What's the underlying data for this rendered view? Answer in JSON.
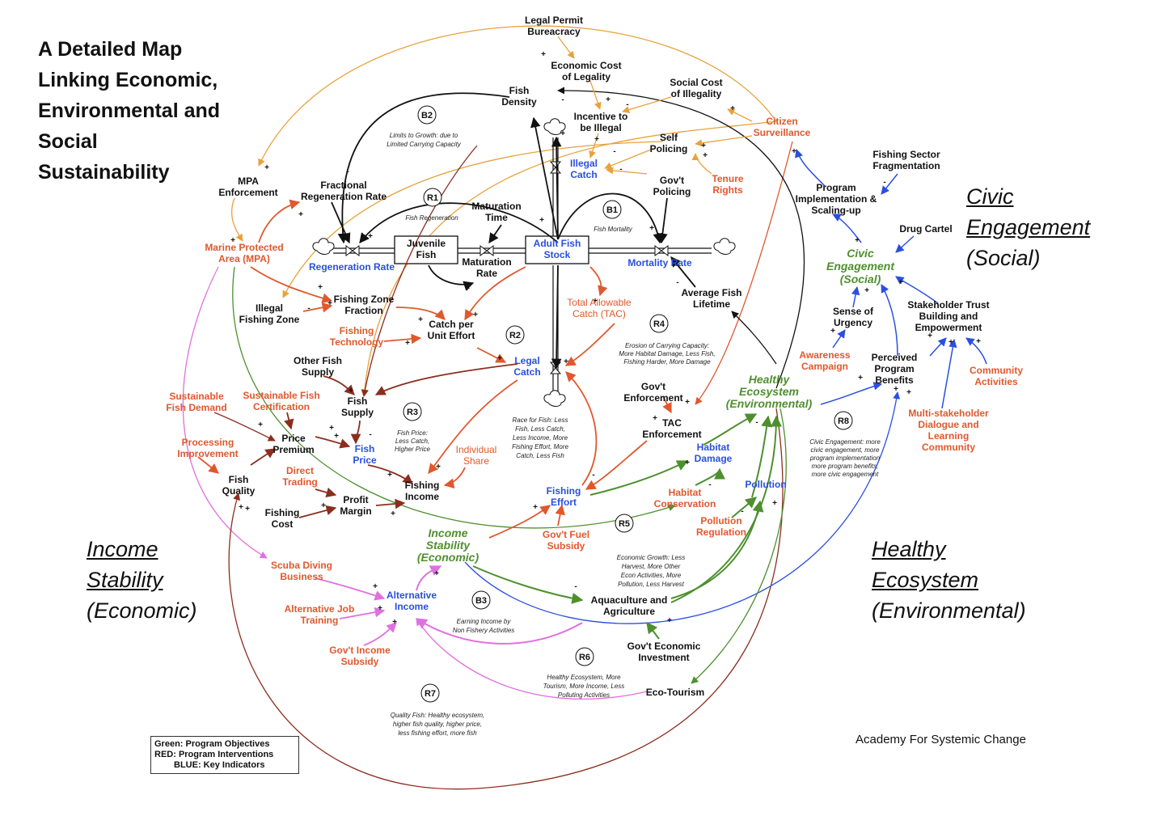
{
  "title_lines": [
    "A Detailed Map",
    "Linking Economic,",
    "Environmental and",
    "Social",
    "Sustainability"
  ],
  "quadrants": {
    "civic": {
      "lines": [
        "Civic",
        "Engagement"
      ],
      "sub": "(Social)"
    },
    "income": {
      "lines": [
        "Income",
        "Stability"
      ],
      "sub": "(Economic)"
    },
    "ecosystem": {
      "lines": [
        "Healthy",
        "Ecosystem"
      ],
      "sub": "(Environmental)"
    }
  },
  "legend": {
    "green": "Green: Program Objectives",
    "red": "RED: Program Interventions",
    "blue": "BLUE: Key Indicators"
  },
  "credit": "Academy For Systemic Change",
  "colors": {
    "black": "#111111",
    "red": "#e0582d",
    "blue": "#2a4fe0",
    "green": "#4e8f2e",
    "orange": "#e8a23c",
    "brown": "#8b2e1e",
    "pink": "#e070e0"
  },
  "nodes": {
    "legal_permit": [
      "Legal Permit",
      "Bureacracy"
    ],
    "econ_cost": [
      "Economic Cost",
      "of Legality"
    ],
    "social_cost": [
      "Social Cost",
      "of Illegality"
    ],
    "fish_density": [
      "Fish",
      "Density"
    ],
    "incentive": [
      "Incentive to",
      "be Illegal"
    ],
    "citizen_surv": [
      "Citizen",
      "Surveillance"
    ],
    "self_policing": [
      "Self",
      "Policing"
    ],
    "illegal_catch": [
      "Illegal",
      "Catch"
    ],
    "govt_policing": [
      "Gov't",
      "Policing"
    ],
    "tenure_rights": [
      "Tenure",
      "Rights"
    ],
    "mpa_enf": [
      "MPA",
      "Enforcement"
    ],
    "frac_regen": [
      "Fractional",
      "Regeneration Rate"
    ],
    "fishing_frag": [
      "Fishing Sector",
      "Fragmentation"
    ],
    "program_impl": [
      "Program",
      "Implementation &",
      "Scaling-up"
    ],
    "maturation_time": [
      "Maturation",
      "Time"
    ],
    "juvenile_fish": [
      "Juvenile",
      "Fish"
    ],
    "adult_fish": [
      "Adult Fish",
      "Stock"
    ],
    "regen_rate": [
      "Regeneration Rate"
    ],
    "maturation_rate": [
      "Maturation",
      "Rate"
    ],
    "mortality_rate": [
      "Mortality Rate"
    ],
    "mpa": [
      "Marine Protected",
      "Area (MPA)"
    ],
    "drug_cartel": [
      "Drug Cartel"
    ],
    "civic_eng": [
      "Civic",
      "Engagement",
      "(Social)"
    ],
    "avg_lifetime": [
      "Average Fish",
      "Lifetime"
    ],
    "illegal_zone": [
      "Illegal",
      "Fishing Zone"
    ],
    "fishing_zone_frac": [
      "Fishing Zone",
      "Fraction"
    ],
    "tac": [
      "Total Allowable",
      "Catch (TAC)"
    ],
    "catch_per_unit": [
      "Catch per",
      "Unit Effort"
    ],
    "fishing_tech": [
      "Fishing",
      "Technology"
    ],
    "sense_urgency": [
      "Sense of",
      "Urgency"
    ],
    "stakeholder_trust": [
      "Stakeholder Trust",
      "Building and",
      "Empowerment"
    ],
    "legal_catch": [
      "Legal",
      "Catch"
    ],
    "other_fish": [
      "Other Fish",
      "Supply"
    ],
    "awareness": [
      "Awareness",
      "Campaign"
    ],
    "perceived_benefits": [
      "Perceived",
      "Program",
      "Benefits"
    ],
    "community_act": [
      "Community",
      "Activities"
    ],
    "govt_enforcement": [
      "Gov't",
      "Enforcement"
    ],
    "healthy_eco": [
      "Healthy",
      "Ecosystem",
      "(Environmental)"
    ],
    "sust_demand": [
      "Sustainable",
      "Fish Demand"
    ],
    "sust_cert": [
      "Sustainable Fish",
      "Certification"
    ],
    "fish_supply": [
      "Fish",
      "Supply"
    ],
    "tac_enf": [
      "TAC",
      "Enforcement"
    ],
    "multi_stake": [
      "Multi-stakeholder",
      "Dialogue and",
      "Learning",
      "Community"
    ],
    "price_premium": [
      "Price",
      "Premium"
    ],
    "fish_price": [
      "Fish",
      "Price"
    ],
    "individual_share": [
      "Individual",
      "Share"
    ],
    "habitat_damage": [
      "Habitat",
      "Damage"
    ],
    "processing": [
      "Processing",
      "Improvement"
    ],
    "fish_quality": [
      "Fish",
      "Quality"
    ],
    "direct_trading": [
      "Direct",
      "Trading"
    ],
    "fishing_income": [
      "Fishing",
      "Income"
    ],
    "pollution": [
      "Pollution"
    ],
    "profit_margin": [
      "Profit",
      "Margin"
    ],
    "fishing_effort": [
      "Fishing",
      "Effort"
    ],
    "habitat_cons": [
      "Habitat",
      "Conservation"
    ],
    "fishing_cost": [
      "Fishing",
      "Cost"
    ],
    "pollution_reg": [
      "Pollution",
      "Regulation"
    ],
    "income_stab": [
      "Income",
      "Stability",
      "(Economic)"
    ],
    "govt_fuel": [
      "Gov't Fuel",
      "Subsidy"
    ],
    "scuba": [
      "Scuba Diving",
      "Business"
    ],
    "alt_income": [
      "Alternative",
      "Income"
    ],
    "aquaculture": [
      "Aquaculture and",
      "Agriculture"
    ],
    "alt_job": [
      "Alternative Job",
      "Training"
    ],
    "govt_econ": [
      "Gov't Economic",
      "Investment"
    ],
    "govt_income": [
      "Gov't Income",
      "Subsidy"
    ],
    "eco_tourism": [
      "Eco-Tourism"
    ]
  },
  "loops": {
    "B1": {
      "label": "B1",
      "note": [
        "Fish Mortality"
      ]
    },
    "B2": {
      "label": "B2",
      "note": [
        "Limits to Growth: due to",
        "Limited Carrying Capacity"
      ]
    },
    "B3": {
      "label": "B3",
      "note": [
        "Earning Income by",
        "Non Fishery Activities"
      ]
    },
    "R1": {
      "label": "R1",
      "note": [
        "Fish Regeneration"
      ]
    },
    "R2": {
      "label": "R2",
      "note": []
    },
    "R3": {
      "label": "R3",
      "note": [
        "Fish Price:",
        "Less Catch,",
        "Higher Price"
      ]
    },
    "R4": {
      "label": "R4",
      "note": [
        "Erosion of Carrying Capacity:",
        "More Habitat Damage, Less Fish,",
        "Fishing Harder, More Damage"
      ]
    },
    "R5": {
      "label": "R5",
      "note": [
        "Economic Growth: Less",
        "Harvest, More Other",
        "Econ Activities, More",
        "Pollution, Less Harvest"
      ]
    },
    "R6": {
      "label": "R6",
      "note": [
        "Healthy Ecosystem, More",
        "Tourism, More Income, Less",
        "Polluting Activities"
      ]
    },
    "R7": {
      "label": "R7",
      "note": [
        "Quality Fish: Healthy ecosystem,",
        "higher fish quality, higher price,",
        "less fishing effort, more fish"
      ]
    },
    "R8": {
      "label": "R8",
      "note": [
        "Civic Engagement: more",
        "civic engagement, more",
        "program implementation",
        "more program benefits,",
        "more civic engagement"
      ]
    },
    "race": {
      "note": [
        "Race for Fish: Less",
        "Fish, Less Catch,",
        "Less Income, More",
        "Fishing Effort, More",
        "Catch, Less Fish"
      ]
    }
  }
}
